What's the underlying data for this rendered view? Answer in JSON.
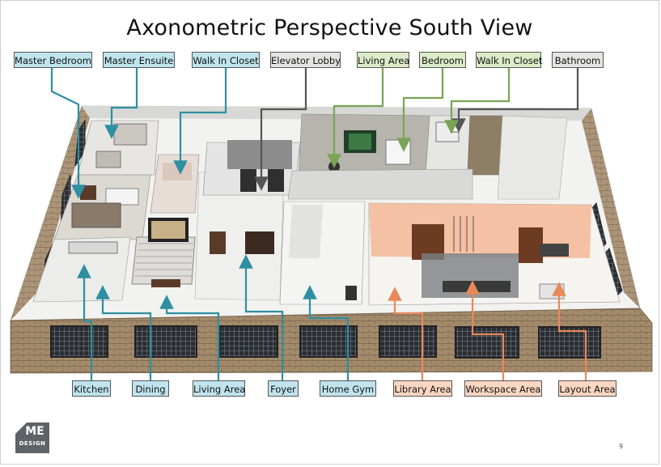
{
  "title": "Axonometric Perspective  South View",
  "labels_top": {
    "master_bedroom": "Master Bedroom",
    "master_ensuite": "Master Ensuite",
    "walk_in_closet_1": "Walk In Closet",
    "elevator_lobby": "Elevator Lobby",
    "living_area_top": "Living Area",
    "bedroom": "Bedroom",
    "walk_in_closet_2": "Walk In Closet",
    "bathroom": "Bathroom"
  },
  "labels_bottom": {
    "kitchen": "Kitchen",
    "dining": "Dining",
    "living_area_bottom": "Living Area",
    "foyer": "Foyer",
    "home_gym": "Home Gym",
    "library_area": "Library Area",
    "workspace_area": "Workspace Area",
    "layout_area": "Layout Area"
  },
  "logo": {
    "line1": "ME",
    "line2": "DESIGN"
  },
  "page_number": "9",
  "colors": {
    "teal_label": "#bfe4ee",
    "green_label": "#dcebc8",
    "gray_label": "#e4e4e0",
    "orange_label": "#fbd6c2",
    "teal_arrow": "#2e8fa0",
    "green_arrow": "#7aa454",
    "gray_arrow": "#666666",
    "orange_arrow": "#e8895a",
    "brick": "#9b8466"
  }
}
